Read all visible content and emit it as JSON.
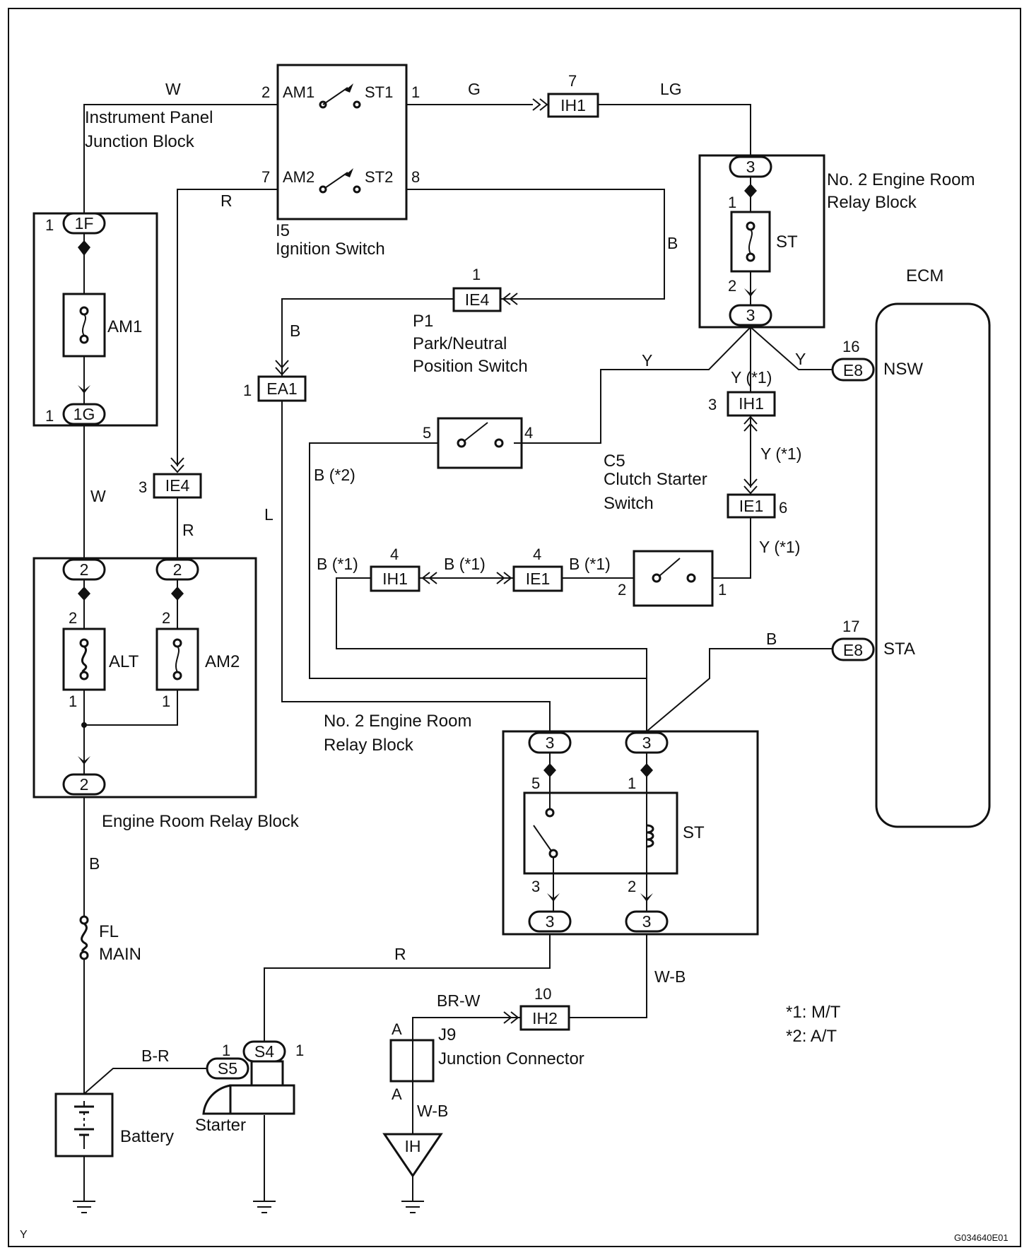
{
  "corner_left": "Y",
  "corner_right": "G034640E01",
  "footnotes": [
    "*1: M/T",
    "*2: A/T"
  ],
  "ecm": {
    "title": "ECM",
    "nsw_pin": "16",
    "nsw_conn": "E8",
    "nsw_label": "NSW",
    "sta_pin": "17",
    "sta_conn": "E8",
    "sta_label": "STA"
  },
  "ignition": {
    "code": "I5",
    "name": "Ignition Switch",
    "am1": "AM1",
    "st1": "ST1",
    "am2": "AM2",
    "st2": "ST2",
    "pin_am1": "2",
    "pin_st1": "1",
    "pin_am2": "7",
    "pin_st2": "8"
  },
  "ipjb": {
    "line1": "Instrument Panel",
    "line2": "Junction Block",
    "conn_top": "1F",
    "conn_bot": "1G",
    "pin_top": "1",
    "pin_bot": "1",
    "fuse": "AM1"
  },
  "errb": {
    "name": "Engine Room Relay Block",
    "conn_left": "2",
    "conn_right": "2",
    "conn_bot": "2",
    "fuse1": "ALT",
    "fuse2": "AM2",
    "pin1_top": "2",
    "pin1_bot": "1",
    "pin2_top": "2",
    "pin2_bot": "1"
  },
  "relay_top": {
    "line1": "No. 2 Engine Room",
    "line2": "Relay Block",
    "conn_top": "3",
    "conn_bot": "3",
    "fuse": "ST",
    "pin_top": "1",
    "pin_bot": "2"
  },
  "relay_bot": {
    "line1": "No. 2 Engine Room",
    "line2": "Relay Block",
    "conns": [
      "3",
      "3",
      "3",
      "3"
    ],
    "label": "ST",
    "pin5": "5",
    "pin1": "1",
    "pin3": "3",
    "pin2": "2"
  },
  "pnp": {
    "code": "P1",
    "line1": "Park/Neutral",
    "line2": "Position  Switch",
    "pin5": "5",
    "pin4": "4"
  },
  "clutch": {
    "code": "C5",
    "line1": "Clutch Starter",
    "line2": "Switch",
    "pin2": "2",
    "pin1": "1"
  },
  "connectors": {
    "ih1_top": {
      "label": "IH1",
      "pin": "7"
    },
    "ie4_top": {
      "label": "IE4",
      "pin": "1"
    },
    "ea1": {
      "label": "EA1",
      "pin": "1"
    },
    "ie4_left": {
      "label": "IE4",
      "pin": "3"
    },
    "ih1_right": {
      "label": "IH1",
      "pin": "3"
    },
    "ie1_right": {
      "label": "IE1",
      "pin": "6"
    },
    "ih1_mid": {
      "label": "IH1",
      "pin": "4"
    },
    "ie1_mid": {
      "label": "IE1",
      "pin": "4"
    },
    "ih2": {
      "label": "IH2",
      "pin": "10"
    }
  },
  "wires": {
    "w_top": "W",
    "g": "G",
    "lg": "LG",
    "r_top": "R",
    "b_st2": "B",
    "b_ea1": "B",
    "y_left": "Y",
    "y_right": "Y",
    "y1_a": "Y (*1)",
    "y1_b": "Y (*1)",
    "y1_c": "Y (*1)",
    "w_left": "W",
    "r_left": "R",
    "l": "L",
    "b2": "B (*2)",
    "b1_a": "B (*1)",
    "b1_b": "B (*1)",
    "b1_c": "B (*1)",
    "b_sta": "B",
    "b_main": "B",
    "r_starter": "R",
    "wb": "W-B",
    "brw": "BR-W",
    "br": "B-R",
    "wb_ground": "W-B"
  },
  "fl_main": {
    "line1": "FL",
    "line2": "MAIN"
  },
  "battery": {
    "name": "Battery"
  },
  "starter": {
    "name": "Starter",
    "s4": "S4",
    "s5": "S5",
    "pin_s4_l": "1",
    "pin_s4_r": "1"
  },
  "junction": {
    "code": "J9",
    "name": "Junction Connector",
    "pin_a_top": "A",
    "pin_a_bot": "A"
  },
  "ground_ih": {
    "label": "IH"
  }
}
